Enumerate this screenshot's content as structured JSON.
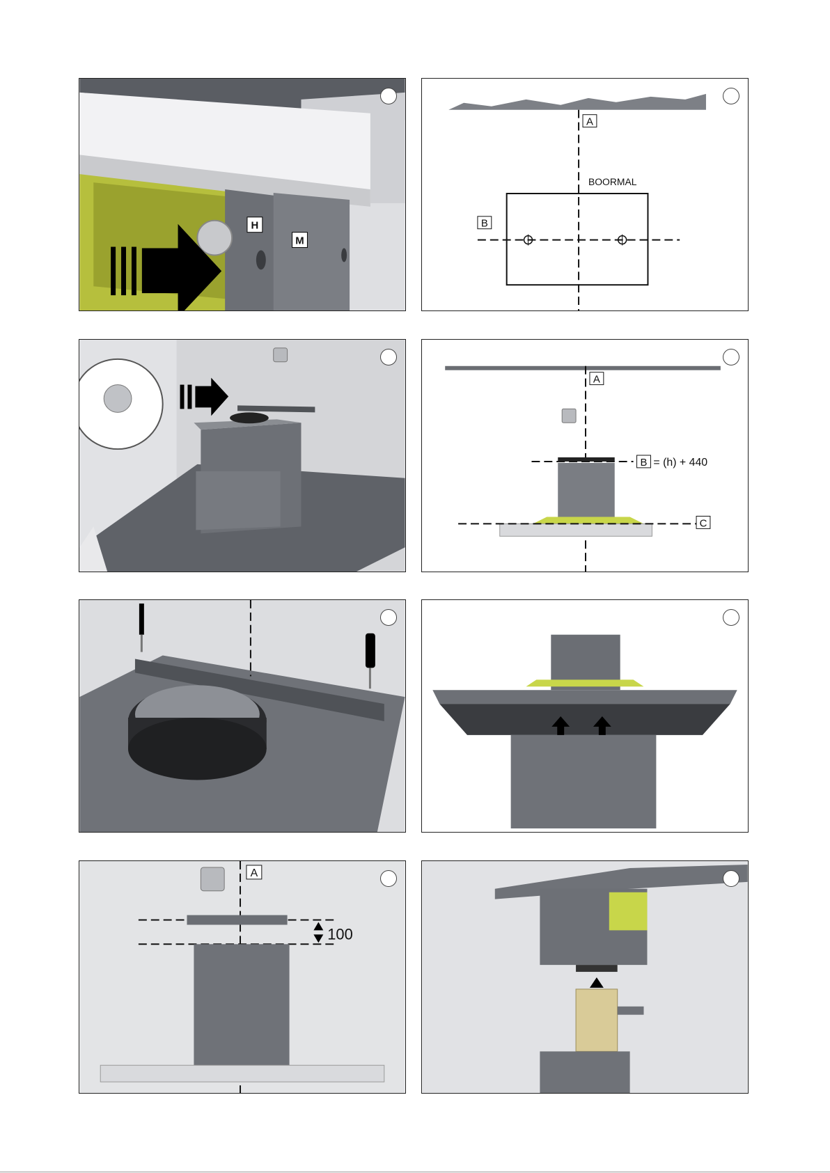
{
  "panels": {
    "p1": {
      "label_h": "H",
      "label_m": "M"
    },
    "p2": {
      "label_a": "A",
      "label_b": "B",
      "drill_template": "BOORMAL"
    },
    "p4": {
      "label_a": "A",
      "label_b": "B",
      "formula": "= (h) + 440",
      "label_c": "C"
    },
    "p7": {
      "label_a": "A",
      "dimension": "100"
    }
  },
  "colors": {
    "accent_yellow": "#c8d64a",
    "metal_gray": "#6e7178",
    "light_gray": "#d6d7db"
  }
}
